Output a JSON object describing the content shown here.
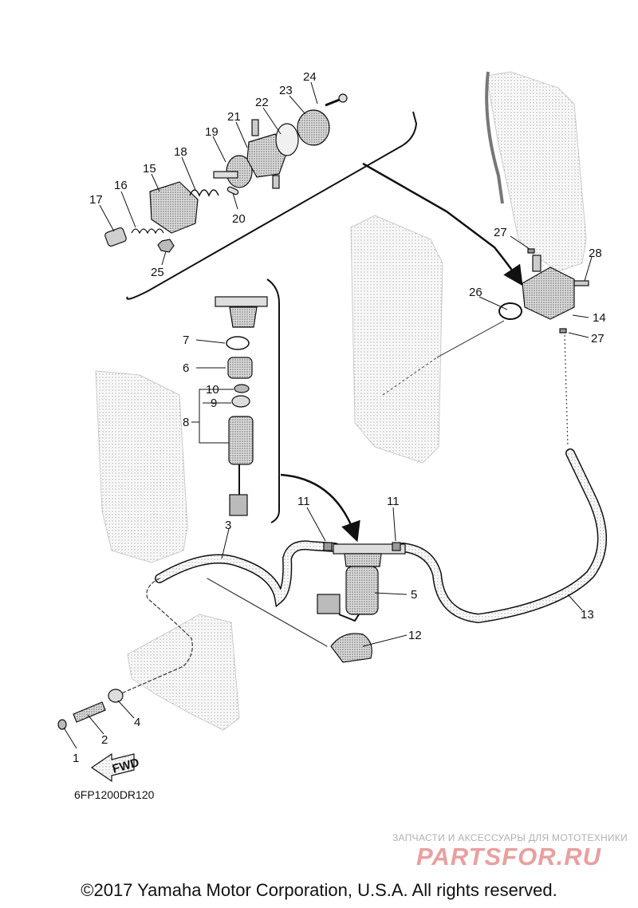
{
  "diagram": {
    "callouts": [
      {
        "id": "1",
        "text": "1"
      },
      {
        "id": "2",
        "text": "2"
      },
      {
        "id": "3",
        "text": "3"
      },
      {
        "id": "4",
        "text": "4"
      },
      {
        "id": "5",
        "text": "5"
      },
      {
        "id": "6",
        "text": "6"
      },
      {
        "id": "7",
        "text": "7"
      },
      {
        "id": "8",
        "text": "8"
      },
      {
        "id": "9",
        "text": "9"
      },
      {
        "id": "10",
        "text": "10"
      },
      {
        "id": "11a",
        "text": "11"
      },
      {
        "id": "11b",
        "text": "11"
      },
      {
        "id": "12",
        "text": "12"
      },
      {
        "id": "13",
        "text": "13"
      },
      {
        "id": "14",
        "text": "14"
      },
      {
        "id": "15",
        "text": "15"
      },
      {
        "id": "16",
        "text": "16"
      },
      {
        "id": "17",
        "text": "17"
      },
      {
        "id": "18",
        "text": "18"
      },
      {
        "id": "19",
        "text": "19"
      },
      {
        "id": "20",
        "text": "20"
      },
      {
        "id": "21",
        "text": "21"
      },
      {
        "id": "22",
        "text": "22"
      },
      {
        "id": "23",
        "text": "23"
      },
      {
        "id": "24",
        "text": "24"
      },
      {
        "id": "25",
        "text": "25"
      },
      {
        "id": "26",
        "text": "26"
      },
      {
        "id": "27a",
        "text": "27"
      },
      {
        "id": "27b",
        "text": "27"
      },
      {
        "id": "28",
        "text": "28"
      }
    ],
    "fwd_label": "FWD",
    "drawing_code": "6FP1200DR120"
  },
  "watermark": {
    "subtitle": "ЗАПЧАСТИ И АКСЕССУАРЫ ДЛЯ МОТОТЕХНИКИ",
    "logo_text": "PARTSFOR.RU",
    "logo_color": "#e8a0a0"
  },
  "footer": {
    "copyright": "©2017 Yamaha Motor Corporation, U.S.A. All rights reserved."
  }
}
